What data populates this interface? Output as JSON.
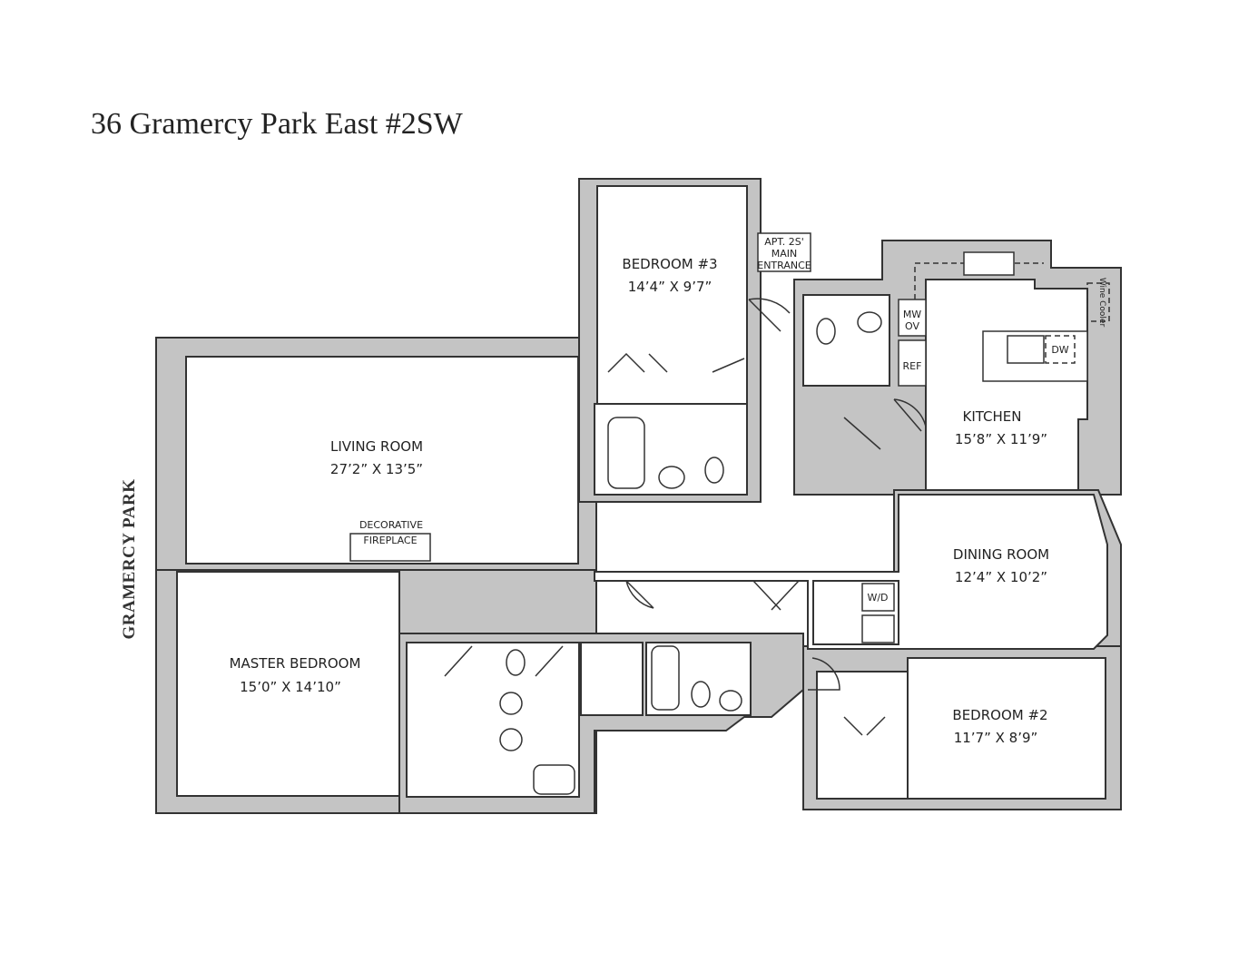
{
  "title": "36 Gramercy Park East #2SW",
  "street_label": "GRAMERCY PARK",
  "rooms": [
    {
      "name": "LIVING ROOM",
      "size": "27’2” X 13’5”"
    },
    {
      "name": "BEDROOM #3",
      "size": "14’4” X 9’7”"
    },
    {
      "name": "KITCHEN",
      "size": "15’8” X 11’9”"
    },
    {
      "name": "DINING ROOM",
      "size": "12’4” X 10’2”"
    },
    {
      "name": "MASTER BEDROOM",
      "size": "15’0” X 14’10”"
    },
    {
      "name": "BEDROOM #2",
      "size": "11’7” X 8’9”"
    }
  ],
  "annotations": {
    "entrance": [
      "APT. 2S'",
      "MAIN",
      "ENTRANCE"
    ],
    "fireplace": [
      "DECORATIVE",
      "FIREPLACE"
    ],
    "microwave_oven": [
      "MW",
      "OV"
    ],
    "refrigerator": "REF",
    "dishwasher": "DW",
    "wine_cooler": "Wine Cooler",
    "washer_dryer": "W/D"
  }
}
